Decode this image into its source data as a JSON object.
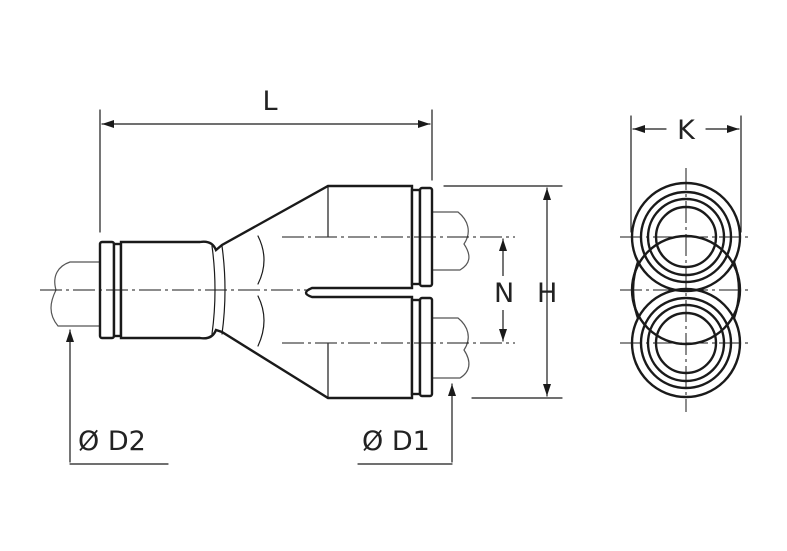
{
  "labels": {
    "L": "L",
    "K": "K",
    "N": "N",
    "H": "H",
    "D2": "Ø D2",
    "D1": "Ø D1"
  },
  "colors": {
    "line": "#1a1a1a",
    "background": "#ffffff"
  }
}
